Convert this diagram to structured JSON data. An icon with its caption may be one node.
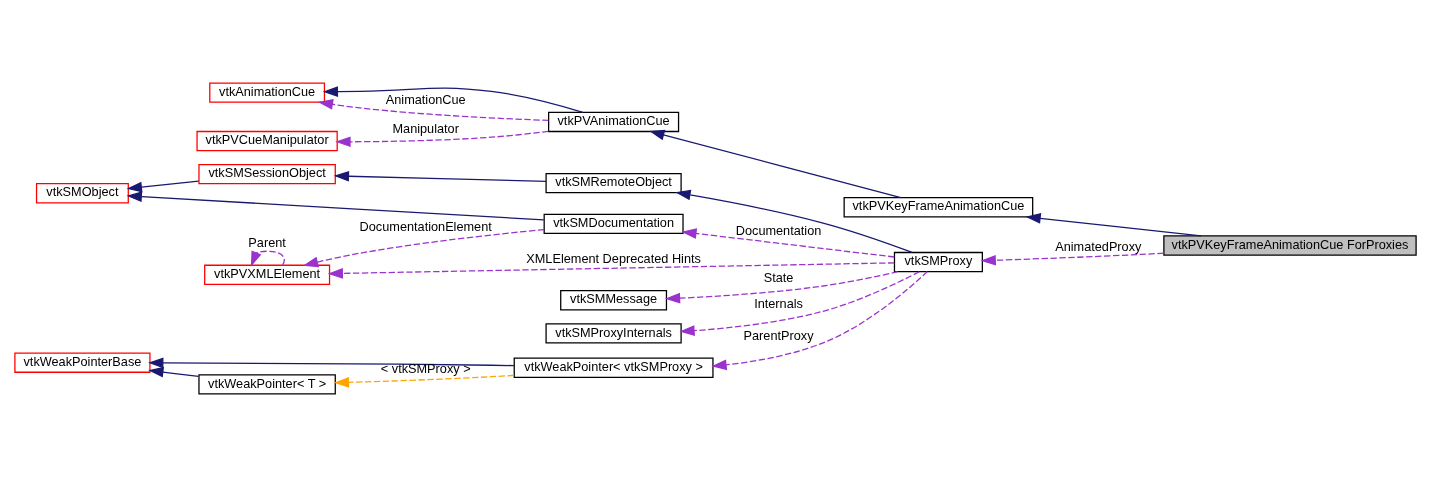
{
  "diagram": {
    "nodes": [
      {
        "text": [
          "vtkPVKeyFrameAnimationCue ForProxies"
        ]
      },
      {
        "text": [
          "vtkPVKeyFrameAnimationCue"
        ]
      },
      {
        "text": [
          "vtkPVAnimationCue"
        ]
      },
      {
        "text": [
          "vtkAnimationCue"
        ]
      },
      {
        "text": [
          "vtkPVCueManipulator"
        ]
      },
      {
        "text": [
          "vtkSMProxy"
        ]
      },
      {
        "text": [
          "vtkSMRemoteObject"
        ]
      },
      {
        "text": [
          "vtkSMSessionObject"
        ]
      },
      {
        "text": [
          "vtkSMObject"
        ]
      },
      {
        "text": [
          "vtkSMDocumentation"
        ]
      },
      {
        "text": [
          "vtkPVXMLElement"
        ]
      },
      {
        "text": [
          "vtkSMMessage"
        ]
      },
      {
        "text": [
          "vtkSMProxyInternals"
        ]
      },
      {
        "text": [
          "vtkWeakPointer< vtkSMProxy >"
        ]
      },
      {
        "text": [
          "vtkWeakPointerBase"
        ]
      },
      {
        "text": [
          "vtkWeakPointer< T >"
        ]
      }
    ],
    "edges": [
      {
        "from": 0,
        "to": 1,
        "arrow": "to",
        "color": "#191970"
      },
      {
        "from": 1,
        "to": 2,
        "arrow": "to",
        "color": "#191970"
      },
      {
        "from": 2,
        "to": 3,
        "arrow": "to",
        "color": "#191970"
      },
      {
        "from": 2,
        "to": 3,
        "arrow": "to",
        "style": "dashed",
        "label": "AnimationCue"
      },
      {
        "from": 2,
        "to": 4,
        "arrow": "to",
        "style": "dashed",
        "label": "Manipulator"
      },
      {
        "from": 0,
        "to": 5,
        "arrow": "to",
        "style": "dashed",
        "label": "AnimatedProxy"
      },
      {
        "from": 5,
        "to": 6,
        "arrow": "to",
        "color": "#191970"
      },
      {
        "from": 6,
        "to": 7,
        "arrow": "to",
        "color": "#191970"
      },
      {
        "from": 7,
        "to": 8,
        "arrow": "to",
        "color": "#191970"
      },
      {
        "from": 9,
        "to": 8,
        "arrow": "to",
        "color": "#191970"
      },
      {
        "from": 5,
        "to": 9,
        "arrow": "to",
        "style": "dashed",
        "label": "Documentation"
      },
      {
        "from": 9,
        "to": 10,
        "arrow": "to",
        "style": "dashed",
        "label": "DocumentationElement"
      },
      {
        "from": 10,
        "to": 10,
        "arrow": "to",
        "style": "dashed",
        "label": "Parent"
      },
      {
        "from": 5,
        "to": 10,
        "arrow": "to",
        "style": "dashed",
        "label": "XMLElement Deprecated Hints"
      },
      {
        "from": 5,
        "to": 11,
        "arrow": "to",
        "style": "dashed",
        "label": "State"
      },
      {
        "from": 5,
        "to": 12,
        "arrow": "to",
        "style": "dashed",
        "label": "Internals"
      },
      {
        "from": 5,
        "to": 13,
        "arrow": "to",
        "style": "dashed",
        "label": "ParentProxy"
      },
      {
        "from": 13,
        "to": 14,
        "arrow": "to",
        "color": "#191970"
      },
      {
        "from": 15,
        "to": 14,
        "arrow": "to",
        "color": "#191970"
      },
      {
        "from": 13,
        "to": 15,
        "arrow": "to",
        "style": "dashed",
        "color": "#ffa500",
        "label": "< vtkSMProxy >"
      }
    ]
  }
}
